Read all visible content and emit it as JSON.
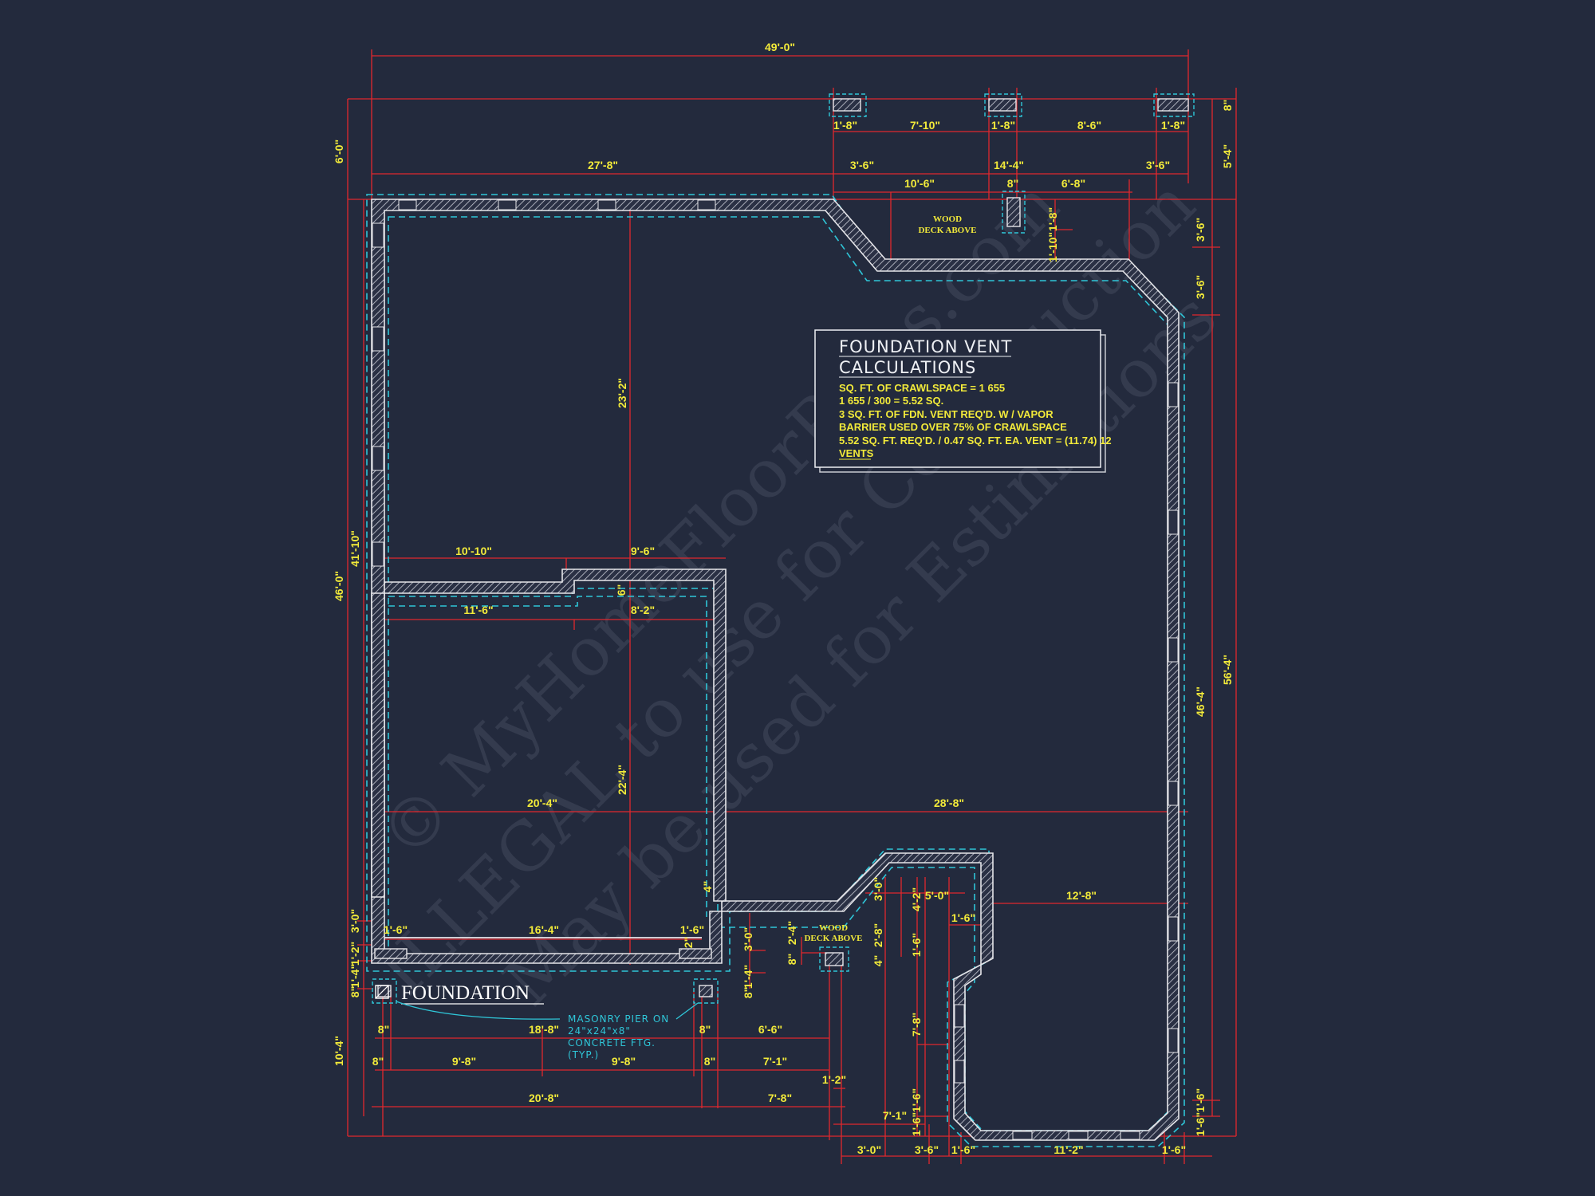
{
  "watermark": {
    "line1": "© MyHomeFloorPlans.com",
    "line2": "ILLEGAL to use for Construction",
    "line3": "May be used for Estimations"
  },
  "plan_title": "FOUNDATION",
  "calc_box": {
    "title1": "FOUNDATION  VENT",
    "title2": "CALCULATIONS",
    "lines": [
      "SQ. FT. OF CRAWLSPACE = 1 655",
      "1 655 / 300 = 5.52 SQ.",
      "3 SQ. FT. OF FDN. VENT REQ'D. W / VAPOR",
      "BARRIER USED OVER 75% OF CRAWLSPACE",
      "5.52 SQ. FT. REQ'D. / 0.47 SQ. FT. EA. VENT = (11.74) 12",
      "VENTS"
    ]
  },
  "notes": {
    "deck_top_1": "WOOD",
    "deck_top_2": "DECK  ABOVE",
    "deck_bottom_1": "WOOD",
    "deck_bottom_2": "DECK  ABOVE",
    "pier_note": [
      "MASONRY PIER ON",
      "24\"x24\"x8\"",
      "CONCRETE FTG.",
      "(TYP.)"
    ]
  },
  "dims": {
    "overall_width": "49'-0\"",
    "top_left_run": "27'-8\"",
    "pier_w1": "1'-8\"",
    "pier_gap1": "7'-10\"",
    "pier_w2": "1'-8\"",
    "pier_gap2": "8'-6\"",
    "pier_w3": "1'-8\"",
    "top_3_6_a": "3'-6\"",
    "top_14_4": "14'-4\"",
    "top_3_6_b": "3'-6\"",
    "top_10_6": "10'-6\"",
    "top_8": "8\"",
    "top_6_8": "6'-8\"",
    "pier_v_1_8": "1'-8\"",
    "pier_v_1_10": "1'-10\"",
    "right_8": "8\"",
    "right_5_4": "5'-4\"",
    "right_3_6_a": "3'-6\"",
    "right_3_6_b": "3'-6\"",
    "right_56_4": "56'-4\"",
    "right_46_4": "46'-4\"",
    "right_1_6_a": "1'-6\"",
    "right_1_6_b": "1'-6\"",
    "left_6_0": "6'-0\"",
    "left_46_0": "46'-0\"",
    "left_41_10": "41'-10\"",
    "left_3_0": "3'-0\"",
    "left_1_2": "1'-2\"",
    "left_1_4": "1'-4\"",
    "left_8": "8\"",
    "left_10_4": "10'-4\"",
    "center_23_2": "23'-2\"",
    "center_22_4": "22'-4\"",
    "mid_10_10": "10'-10\"",
    "mid_9_6": "9'-6\"",
    "mid_11_6": "11'-6\"",
    "mid_8_2": "8'-2\"",
    "mid_6": "6\"",
    "span_20_4": "20'-4\"",
    "span_28_8": "28'-8\"",
    "bot_1_6": "1'-6\"",
    "bot_16_4": "16'-4\"",
    "bot_1_6b": "1'-6\"",
    "bot_2": "2\"",
    "bot_4": "4\"",
    "step_3_0": "3'-0\"",
    "step_1_4": "1'-4\"",
    "step_8": "8\"",
    "deck_2_4": "2'-4\"",
    "deck_8": "8\"",
    "bay_3_0": "3'-0\"",
    "bay_4_2": "4'-2\"",
    "bay_5_0": "5'-0\"",
    "bay_1_6": "1'-6\"",
    "bay_2_8": "2'-8\"",
    "bay_4": "4\"",
    "bay_12_8": "12'-8\"",
    "bay_1_6b": "1'-6\"",
    "bay_7_8": "7'-8\"",
    "pier_8a": "8\"",
    "pier_18_8": "18'-8\"",
    "pier_8b": "8\"",
    "pier_6_6": "6'-6\"",
    "pier_8c": "8\"",
    "pier_9_8a": "9'-8\"",
    "pier_9_8b": "9'-8\"",
    "pier_8d": "8\"",
    "pier_7_1": "7'-1\"",
    "bot_20_8": "20'-8\"",
    "bot_7_8": "7'-8\"",
    "bot_1_2": "1'-2\"",
    "bot_7_1": "7'-1\"",
    "bay_1_6c": "1'-6\"",
    "bay_1_6d": "1'-6\"",
    "bb_3_0": "3'-0\"",
    "bb_3_6": "3'-6\"",
    "bb_1_6": "1'-6\"",
    "bb_11_2": "11'-2\"",
    "bb_1_6b": "1'-6\""
  }
}
